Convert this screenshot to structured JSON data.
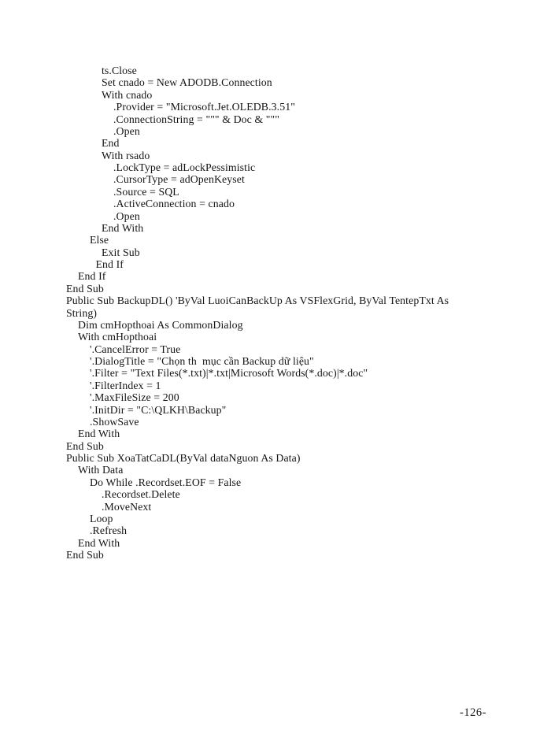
{
  "page": {
    "number_label": "-126-"
  },
  "code": {
    "lines": [
      {
        "indent": 3,
        "text": "ts.Close"
      },
      {
        "indent": 3,
        "text": "Set cnado = New ADODB.Connection"
      },
      {
        "indent": 3,
        "text": "With cnado"
      },
      {
        "indent": 4,
        "text": ".Provider = \"Microsoft.Jet.OLEDB.3.51\""
      },
      {
        "indent": 4,
        "text": ".ConnectionString = \"\"\" & Doc & \"\"\""
      },
      {
        "indent": 4,
        "text": ".Open"
      },
      {
        "indent": 3,
        "text": "End"
      },
      {
        "indent": 3,
        "text": "With rsado"
      },
      {
        "indent": 4,
        "text": ".LockType = adLockPessimistic"
      },
      {
        "indent": 4,
        "text": ".CursorType = adOpenKeyset"
      },
      {
        "indent": 4,
        "text": ".Source = SQL"
      },
      {
        "indent": 4,
        "text": ".ActiveConnection = cnado"
      },
      {
        "indent": 4,
        "text": ".Open"
      },
      {
        "indent": 3,
        "text": "End With"
      },
      {
        "indent": 2,
        "text": "Else"
      },
      {
        "indent": 3,
        "text": "Exit Sub"
      },
      {
        "indent": 2.5,
        "text": "End If"
      },
      {
        "indent": 1,
        "text": "End If"
      },
      {
        "indent": 0,
        "text": "End Sub"
      },
      {
        "indent": 0,
        "text": "Public Sub BackupDL() 'ByVal LuoiCanBackUp As VSFlexGrid, ByVal TentepTxt As"
      },
      {
        "indent": 0,
        "text": "String)"
      },
      {
        "indent": 1,
        "text": "Dim cmHopthoai As CommonDialog"
      },
      {
        "indent": 1,
        "text": "With cmHopthoai"
      },
      {
        "indent": 2,
        "text": "'.CancelError = True"
      },
      {
        "indent": 2,
        "text": "'.DialogTitle = \"Chọn th  mục cần Backup dữ liệu\""
      },
      {
        "indent": 2,
        "text": "'.Filter = \"Text Files(*.txt)|*.txt|Microsoft Words(*.doc)|*.doc\""
      },
      {
        "indent": 2,
        "text": "'.FilterIndex = 1"
      },
      {
        "indent": 2,
        "text": "'.MaxFileSize = 200"
      },
      {
        "indent": 2,
        "text": "'.InitDir = \"C:\\QLKH\\Backup\""
      },
      {
        "indent": 2,
        "text": ".ShowSave"
      },
      {
        "indent": 1,
        "text": "End With"
      },
      {
        "indent": 0,
        "text": "End Sub"
      },
      {
        "indent": 0,
        "text": "Public Sub XoaTatCaDL(ByVal dataNguon As Data)"
      },
      {
        "indent": 1,
        "text": "With Data"
      },
      {
        "indent": 2,
        "text": "Do While .Recordset.EOF = False"
      },
      {
        "indent": 3,
        "text": ".Recordset.Delete"
      },
      {
        "indent": 3,
        "text": ".MoveNext"
      },
      {
        "indent": 2,
        "text": "Loop"
      },
      {
        "indent": 2,
        "text": ".Refresh"
      },
      {
        "indent": 1,
        "text": "End With"
      },
      {
        "indent": 0,
        "text": "End Sub"
      }
    ]
  }
}
